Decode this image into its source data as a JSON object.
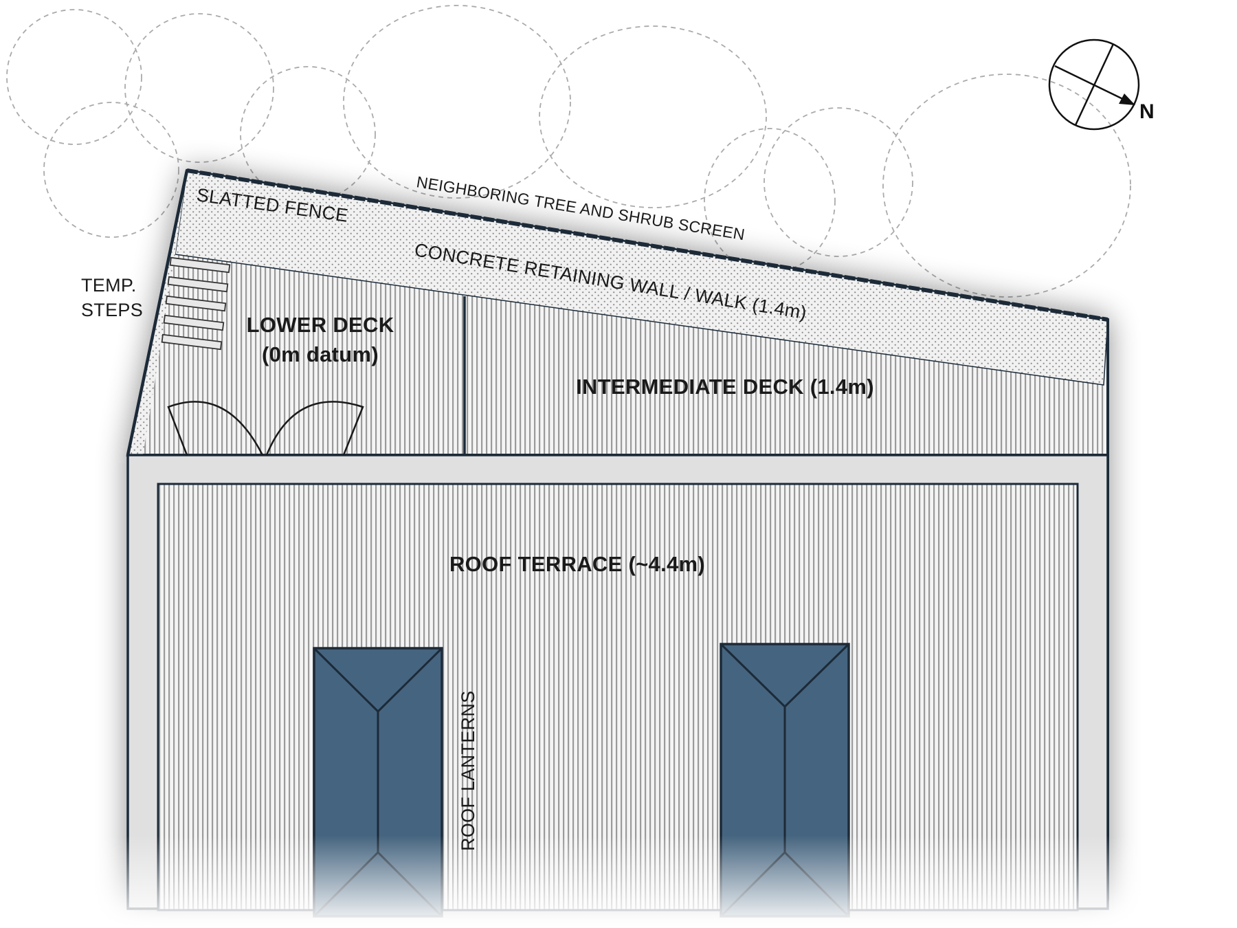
{
  "labels": {
    "tree_screen": "NEIGHBORING TREE AND SHRUB SCREEN",
    "fence": "SLATTED FENCE",
    "retaining_wall": "CONCRETE RETAINING WALL / WALK (1.4m)",
    "temp_steps_line1": "TEMP.",
    "temp_steps_line2": "STEPS",
    "lower_deck_line1": "LOWER DECK",
    "lower_deck_line2": "(0m datum)",
    "intermediate_deck": "INTERMEDIATE DECK (1.4m)",
    "roof_terrace": "ROOF TERRACE (~4.4m)",
    "roof_lanterns": "ROOF LANTERNS"
  },
  "compass": {
    "label": "N"
  },
  "colors": {
    "lantern": "#45647f",
    "outline": "#1c2a38",
    "parapet": "#e0e0e0",
    "deck_stripe": "#9a9a9a",
    "concrete_dot": "#8a8a8a",
    "tree_outline": "#aaaaaa"
  }
}
